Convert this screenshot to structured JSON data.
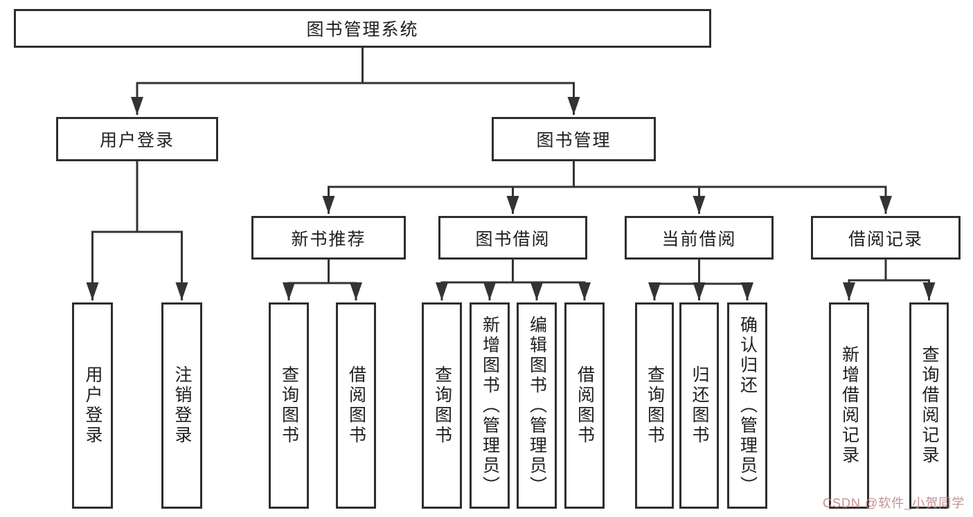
{
  "tree": {
    "root": {
      "label": "图书管理系统"
    },
    "level2": [
      {
        "label": "用户登录"
      },
      {
        "label": "图书管理"
      }
    ],
    "level3": [
      {
        "label": "新书推荐"
      },
      {
        "label": "图书借阅"
      },
      {
        "label": "当前借阅"
      },
      {
        "label": "借阅记录"
      }
    ],
    "leaves": {
      "user_login_group": [
        {
          "label": "用户登录"
        },
        {
          "label": "注销登录"
        }
      ],
      "new_book_group": [
        {
          "label": "查询图书"
        },
        {
          "label": "借阅图书"
        }
      ],
      "book_borrow_group": [
        {
          "label": "查询图书"
        },
        {
          "label": "新增图书（管理员）"
        },
        {
          "label": "编辑图书（管理员）"
        },
        {
          "label": "借阅图书"
        }
      ],
      "current_borrow_group": [
        {
          "label": "查询图书"
        },
        {
          "label": "归还图书"
        },
        {
          "label": "确认归还（管理员）"
        }
      ],
      "borrow_record_group": [
        {
          "label": "新增借阅记录"
        },
        {
          "label": "查询借阅记录"
        }
      ]
    }
  },
  "watermark": {
    "text": "CSDN @软件_小贺同学",
    "color": "#c08b8b"
  },
  "colors": {
    "line": "#333333",
    "box_border": "#2e2e2e",
    "background": "#ffffff",
    "text": "#1f1f1f"
  }
}
